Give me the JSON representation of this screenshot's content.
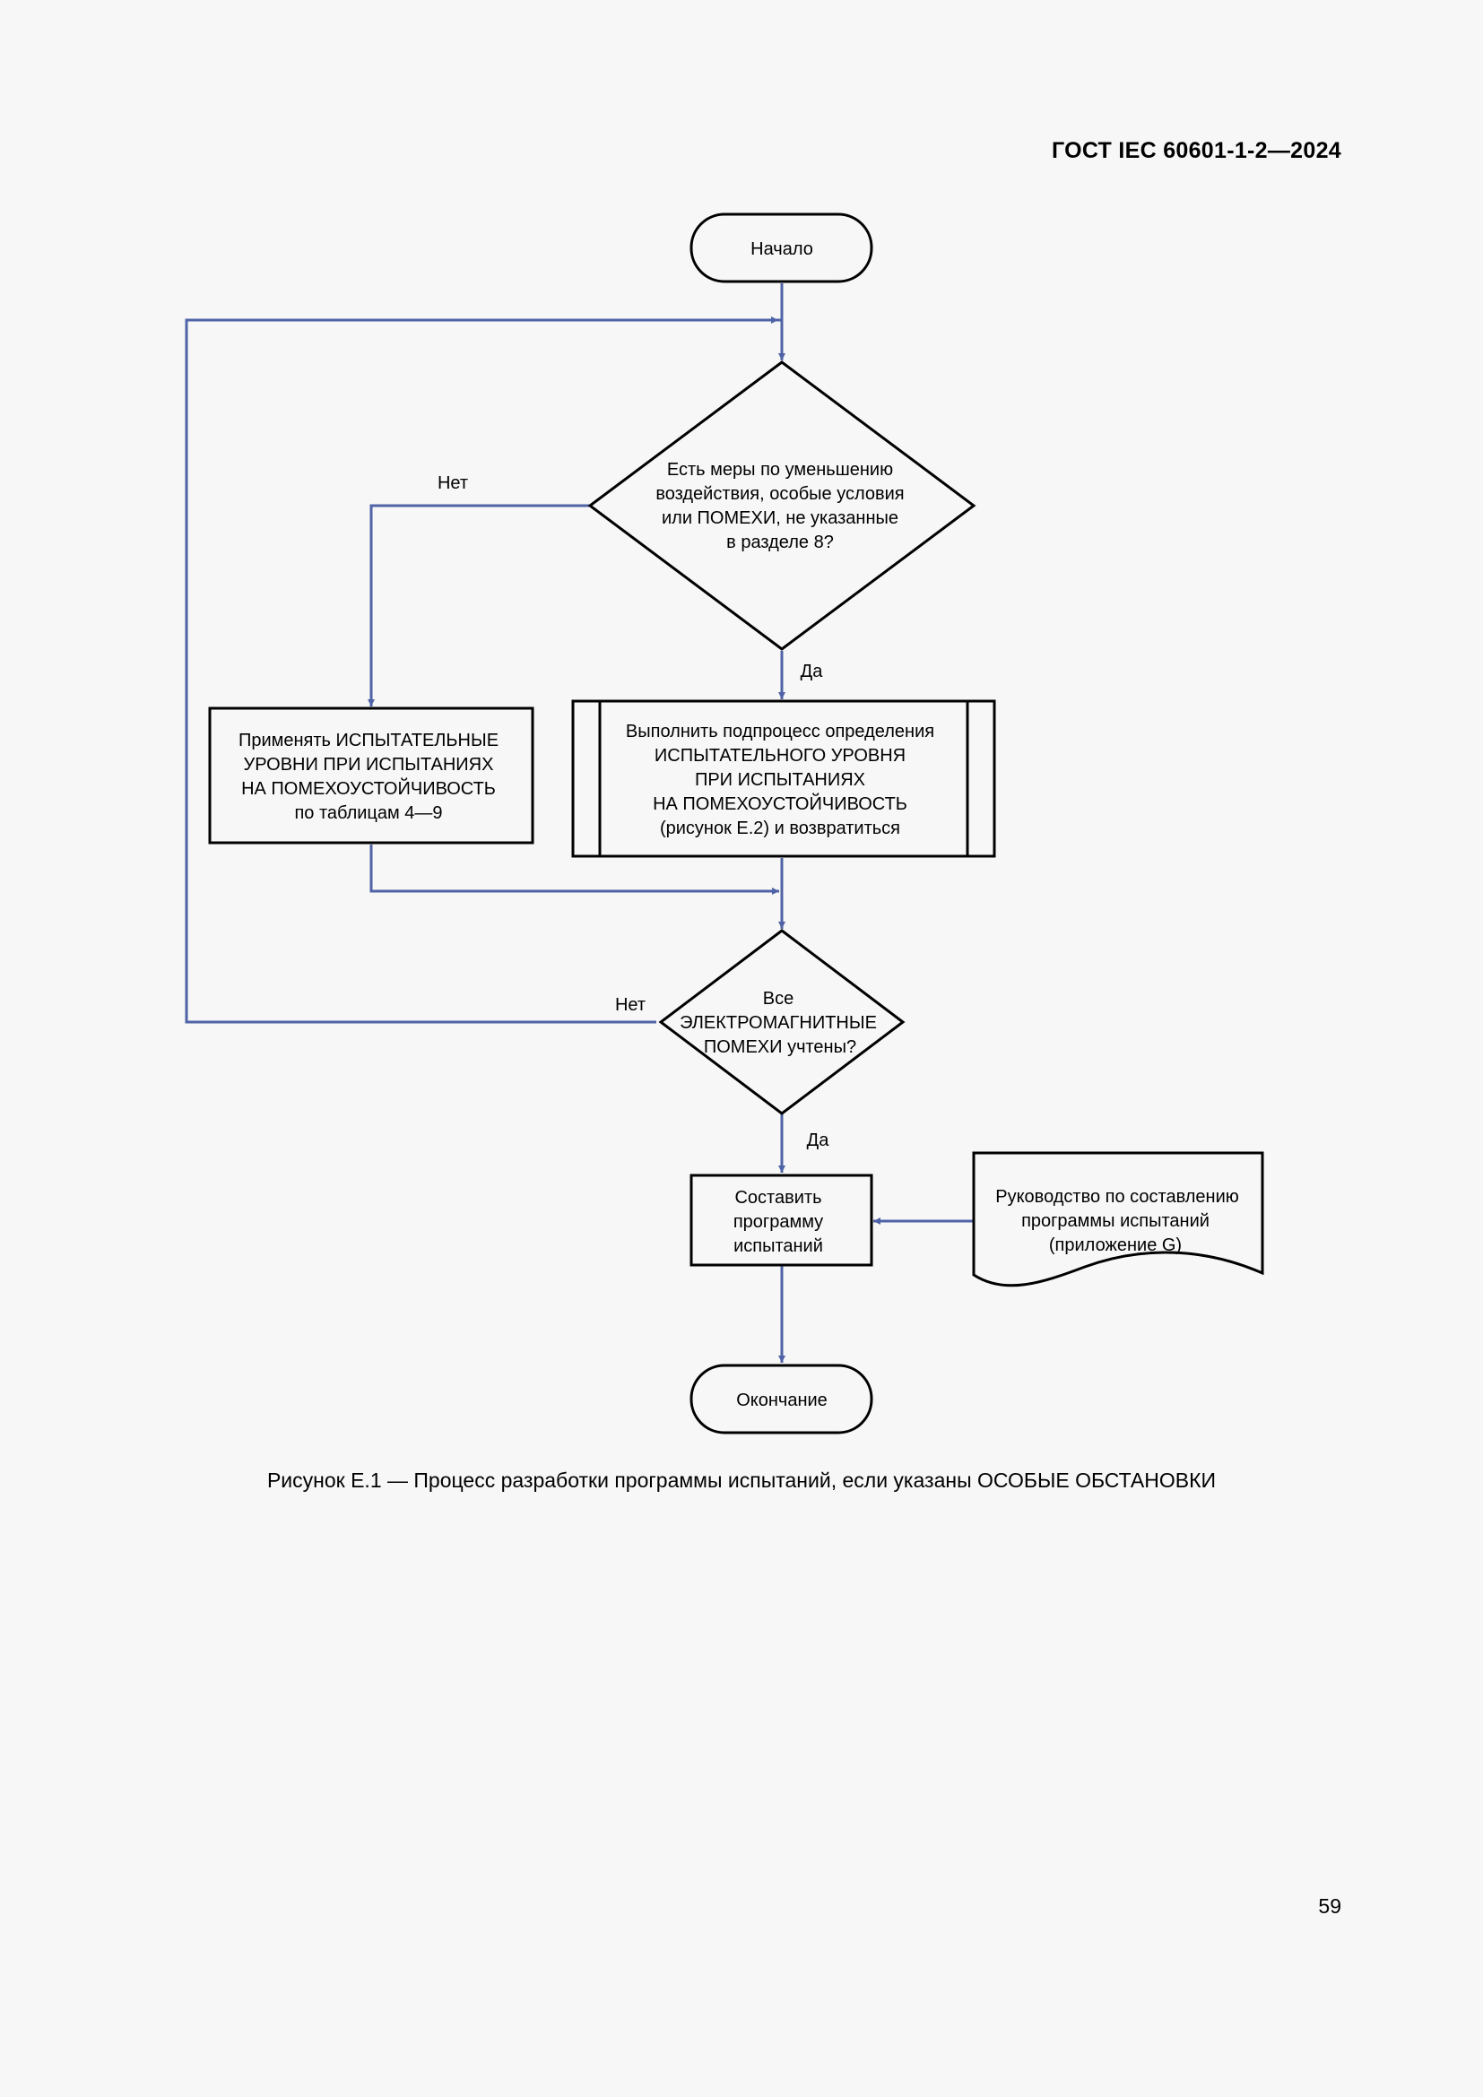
{
  "header": {
    "doc_code": "ГОСТ IEC 60601-1-2—2024"
  },
  "flowchart": {
    "start": "Начало",
    "decision1": [
      "Есть меры по уменьшению",
      "воздействия, особые условия",
      "или ПОМЕХИ, не указанные",
      "в разделе 8?"
    ],
    "decision1_no": "Нет",
    "decision1_yes": "Да",
    "apply_levels": [
      "Применять ИСПЫТАТЕЛЬНЫЕ",
      "УРОВНИ ПРИ ИСПЫТАНИЯХ",
      "НА ПОМЕХОУСТОЙЧИВОСТЬ",
      "по таблицам 4—9"
    ],
    "subprocess": [
      "Выполнить подпроцесс определения",
      "ИСПЫТАТЕЛЬНОГО УРОВНЯ",
      "ПРИ ИСПЫТАНИЯХ",
      "НА ПОМЕХОУСТОЙЧИВОСТЬ",
      "(рисунок Е.2) и возвратиться"
    ],
    "decision2": [
      "Все",
      "ЭЛЕКТРОМАГНИТНЫЕ",
      "ПОМЕХИ учтены?"
    ],
    "decision2_no": "Нет",
    "decision2_yes": "Да",
    "compose": [
      "Составить",
      "программу",
      "испытаний"
    ],
    "guide": [
      "Руководство по составлению",
      "программы испытаний",
      "(приложение G)"
    ],
    "end": "Окончание"
  },
  "caption": "Рисунок Е.1 — Процесс разработки программы испытаний, если указаны ОСОБЫЕ ОБСТАНОВКИ",
  "page_number": "59",
  "colors": {
    "connector": "#4f63a6",
    "outline": "#000000"
  }
}
